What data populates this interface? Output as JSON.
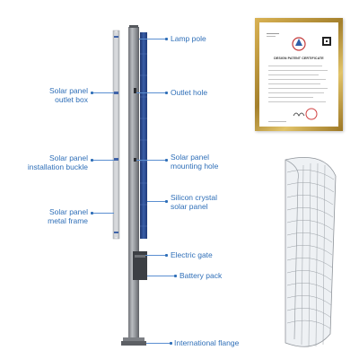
{
  "labels": {
    "lamp_pole": "Lamp pole",
    "outlet_hole": "Outlet hole",
    "solar_panel_outlet_box": [
      "Solar panel",
      "outlet box"
    ],
    "solar_panel_installation_buckle": [
      "Solar panel",
      "installation buckle"
    ],
    "solar_panel_mounting_hole": [
      "Solar panel",
      "mounting hole"
    ],
    "silicon_crystal_solar_panel": [
      "Silicon crystal",
      "solar panel"
    ],
    "solar_panel_metal_frame": [
      "Solar panel",
      "metal frame"
    ],
    "electric_gate": "Electric gate",
    "battery_pack": "Battery pack",
    "international_flange": "International flange"
  },
  "certificate": {
    "title": "DESIGN PATENT CERTIFICATE"
  },
  "colors": {
    "label_blue": "#2f6fb8",
    "panel_blue": "#2c4a8c",
    "pole_gray": "#8a8d92",
    "frame_gold": "#c9a040"
  }
}
